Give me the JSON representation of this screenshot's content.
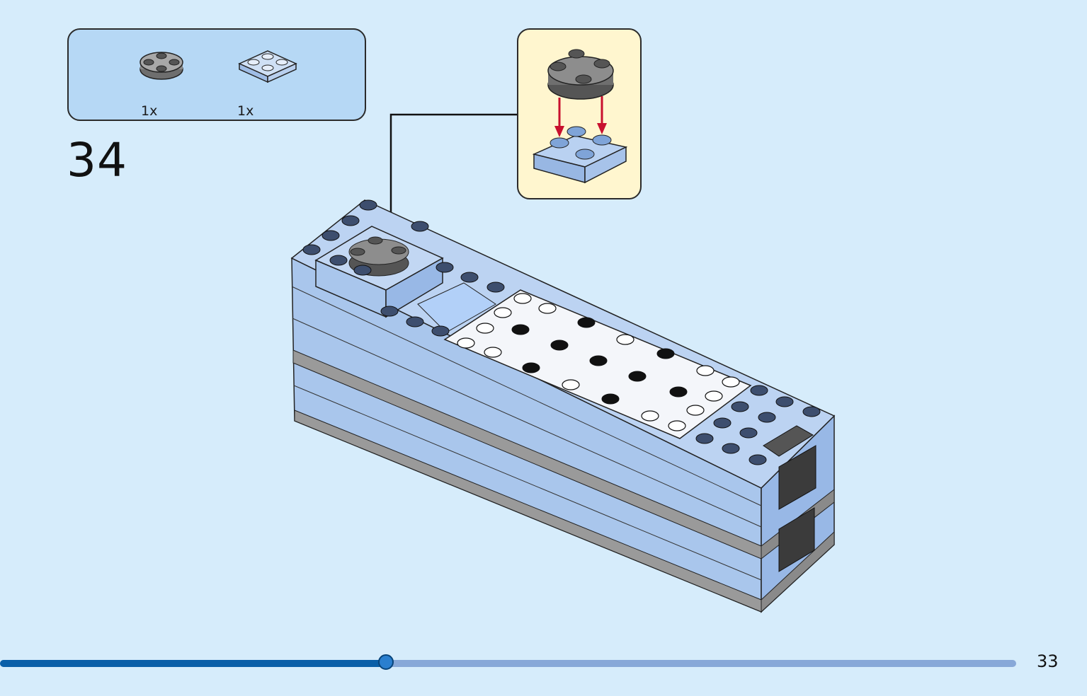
{
  "parts_list": {
    "items": [
      {
        "icon": "round-gray-plate-icon",
        "quantity": "1x"
      },
      {
        "icon": "light-blue-2x2-plate-icon",
        "quantity": "1x"
      }
    ]
  },
  "step": {
    "number": "34"
  },
  "callout": {
    "icon": "attach-round-plate-to-square-plate-icon"
  },
  "model": {
    "icon": "building-model-assembly-icon"
  },
  "progress": {
    "fraction": 0.38
  },
  "page": {
    "number": "33"
  },
  "colors": {
    "background": "#d6ecfb",
    "parts_box": "#b6d8f5",
    "callout": "#fff6cf",
    "brick_blue": "#adc9ec",
    "progress_fill": "#0a5fa8",
    "progress_track": "#88a8d8",
    "arrow_red": "#c8102e"
  }
}
